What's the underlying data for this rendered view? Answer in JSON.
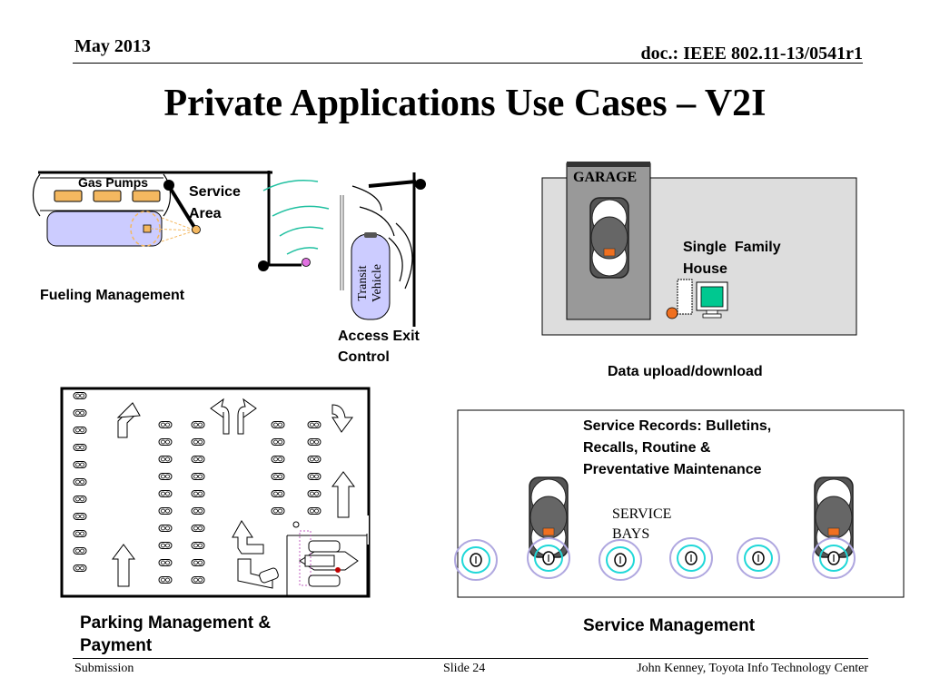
{
  "header": {
    "date": "May 2013",
    "doc_id": "doc.: IEEE 802.11-13/0541r1"
  },
  "title": "Private Applications Use Cases – V2I",
  "fueling": {
    "pumps_label": "Gas Pumps",
    "service_area_line1": "Service",
    "service_area_line2": "Area",
    "caption": "Fueling Management"
  },
  "access": {
    "vehicle_line1": "Transit",
    "vehicle_line2": "Vehicle",
    "caption_line1": "Access Exit",
    "caption_line2": "Control"
  },
  "home": {
    "garage_label": "GARAGE",
    "house_line1": "Single  Family",
    "house_line2": "House",
    "caption": "Data upload/download"
  },
  "parking": {
    "caption_line1": "Parking Management &",
    "caption_line2": "Payment"
  },
  "service": {
    "records_line1": "Service Records: Bulletins,",
    "records_line2": "Recalls, Routine &",
    "records_line3": "Preventative Maintenance",
    "bays_line1": "SERVICE",
    "bays_line2": "BAYS",
    "caption": "Service Management"
  },
  "footer": {
    "left": "Submission",
    "slide": "Slide 24",
    "author": "John Kenney, Toyota Info Technology Center"
  },
  "colors": {
    "pump": "#f4b860",
    "tank": "#ccccff",
    "garage": "#999999",
    "house_bg": "#dddddd",
    "car_orange": "#f07020",
    "screen_green": "#00c890",
    "wave_teal": "#20c0a0",
    "ring_cyan": "#20d8d8",
    "ring_purple": "#b0a8e0"
  }
}
